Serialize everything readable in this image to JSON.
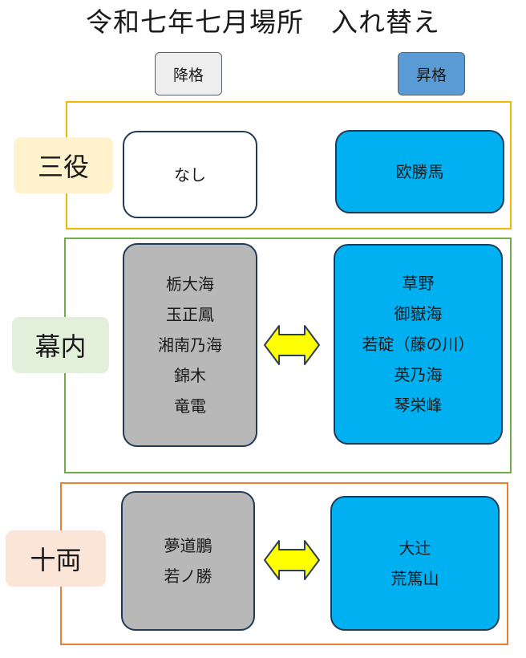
{
  "title": "令和七年七月場所　入れ替え",
  "headers": {
    "demote": "降格",
    "promote": "昇格"
  },
  "colors": {
    "demote_header": "#eeeeee",
    "promote_header": "#5b9bd5",
    "demoted_box": "#b8b8b8",
    "promoted_box": "#00b0f0",
    "swap_arrow": "#ffff00"
  },
  "sections": [
    {
      "rank": "三役",
      "border_color": "#f5b700",
      "tag_color": "#fff2cc",
      "demoted": [
        "なし"
      ],
      "promoted": [
        "欧勝馬"
      ],
      "arrow": false
    },
    {
      "rank": "幕内",
      "border_color": "#70ad47",
      "tag_color": "#e2efda",
      "demoted": [
        "栃大海",
        "玉正鳳",
        "湘南乃海",
        "錦木",
        "竜電"
      ],
      "promoted": [
        "草野",
        "御嶽海",
        "若碇（藤の川）",
        "英乃海",
        "琴栄峰"
      ],
      "arrow": true
    },
    {
      "rank": "十両",
      "border_color": "#ed7d31",
      "tag_color": "#fbe5d6",
      "demoted": [
        "夢道鵬",
        "若ノ勝"
      ],
      "promoted": [
        "大辻",
        "荒篤山"
      ],
      "arrow": true
    }
  ]
}
